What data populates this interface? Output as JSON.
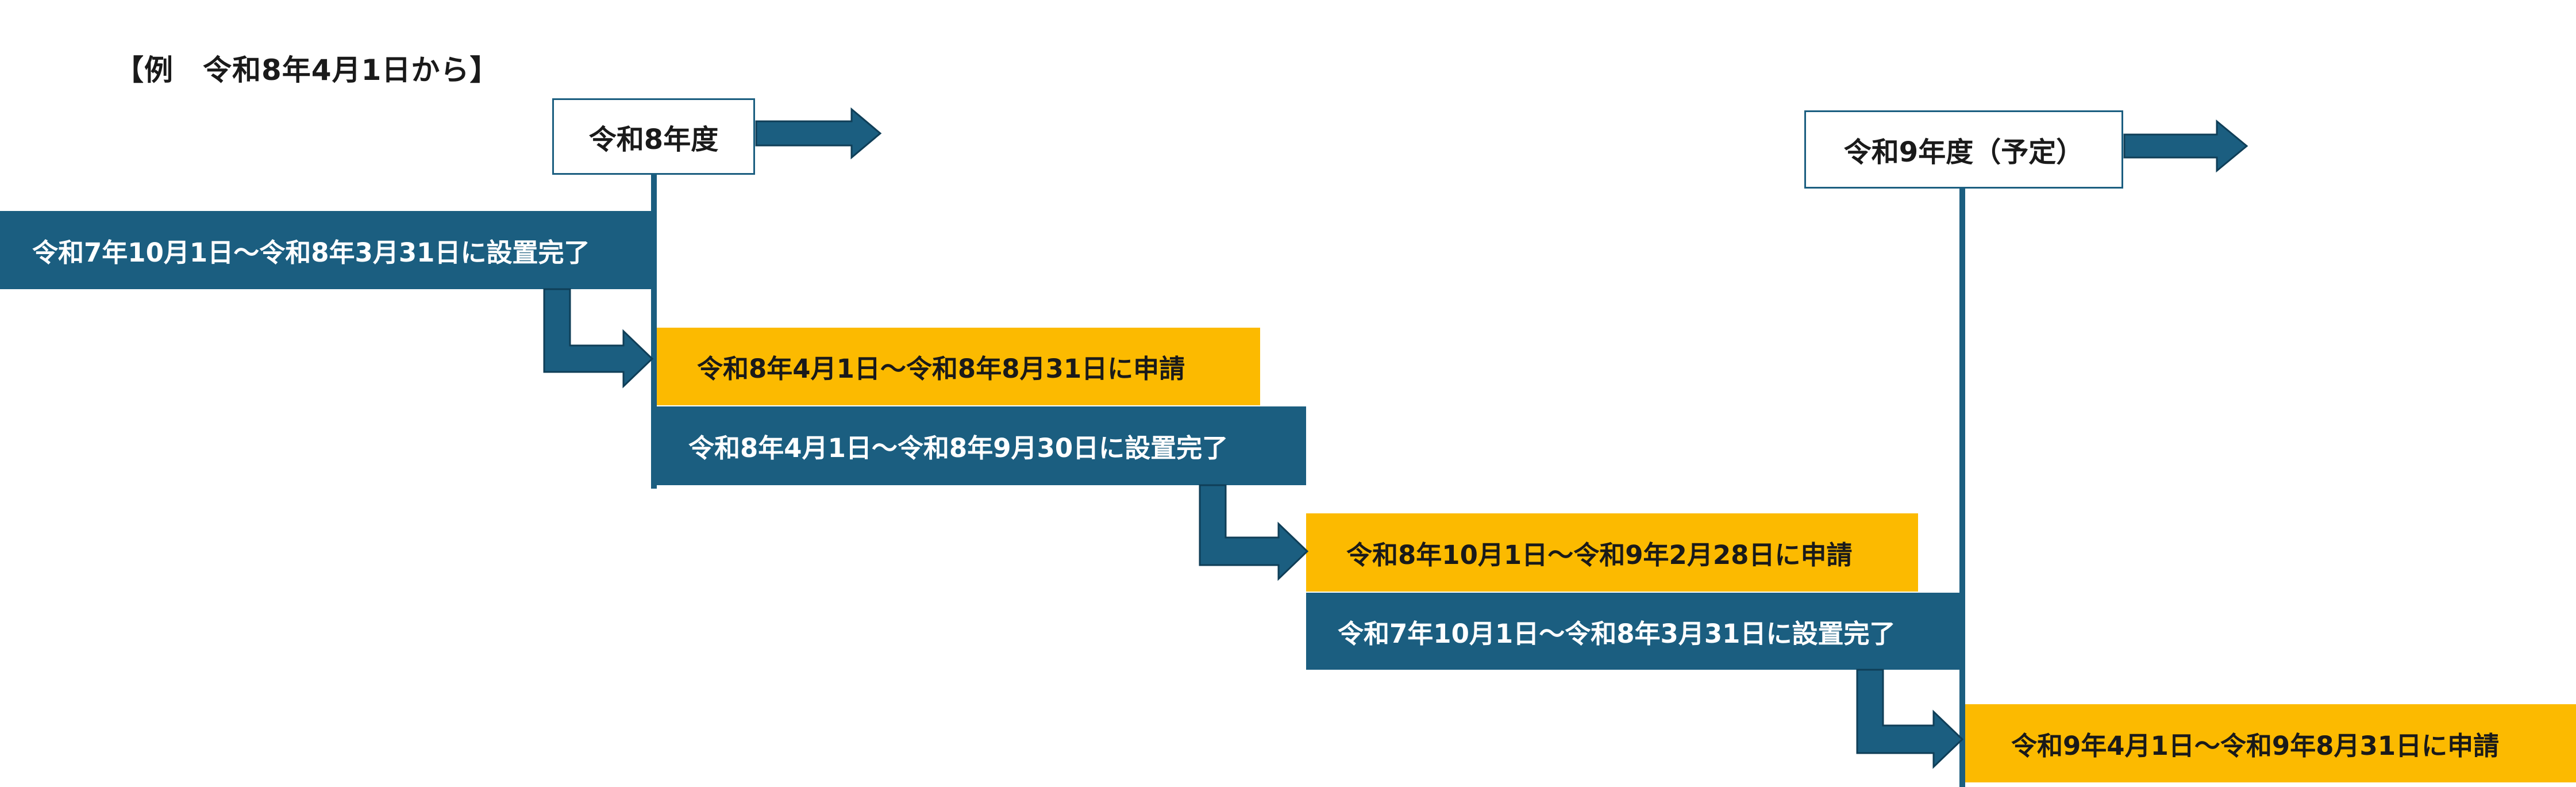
{
  "title": "【例　令和8年4月1日から】",
  "years": [
    {
      "label": "令和8年度"
    },
    {
      "label": "令和9年度（予定）"
    }
  ],
  "bars": [
    {
      "kind": "install",
      "label": "令和7年10月1日～令和8年3月31日に設置完了"
    },
    {
      "kind": "apply",
      "label": "令和8年4月1日～令和8年8月31日に申請"
    },
    {
      "kind": "install",
      "label": "令和8年4月1日～令和8年9月30日に設置完了"
    },
    {
      "kind": "apply",
      "label": "令和8年10月1日～令和9年2月28日に申請"
    },
    {
      "kind": "install",
      "label": "令和7年10月1日～令和8年3月31日に設置完了"
    },
    {
      "kind": "apply",
      "label": "令和9年4月1日～令和9年8月31日に申請"
    }
  ],
  "colors": {
    "install": "#1b5e80",
    "apply": "#fcba00",
    "outline": "#1b5e80"
  },
  "icons": [
    "right-arrow-icon",
    "elbow-arrow-icon"
  ]
}
